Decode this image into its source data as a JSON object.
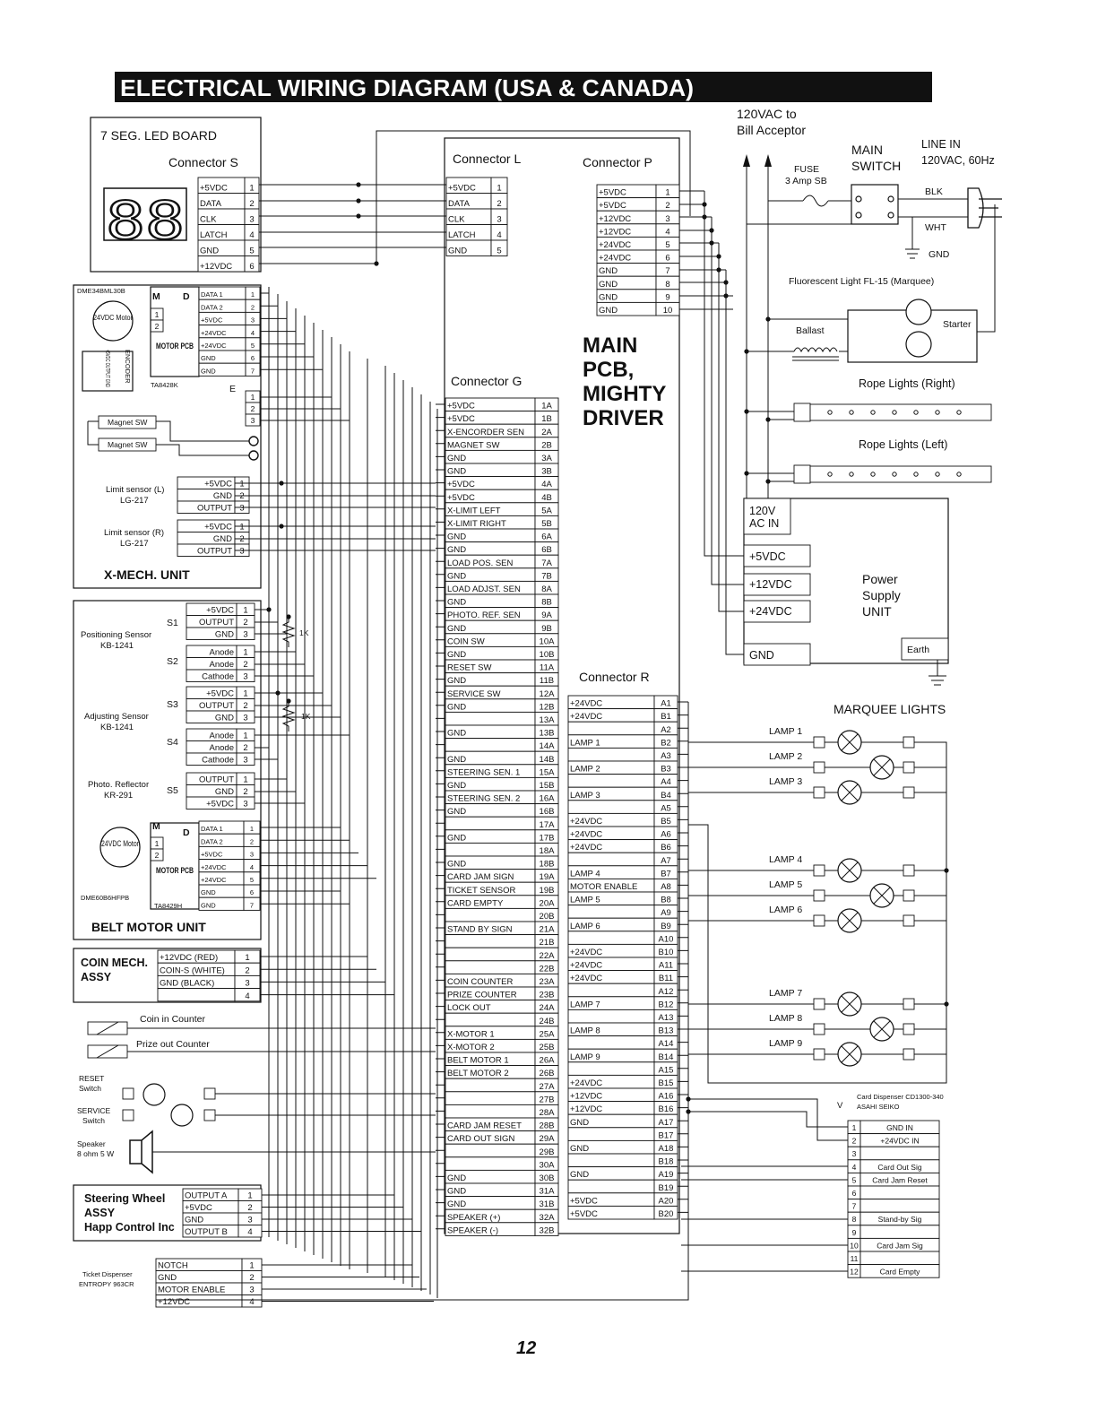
{
  "title": "ELECTRICAL WIRING DIAGRAM  (USA & CANADA)",
  "page_number": "12",
  "led_board": {
    "title": "7 SEG. LED BOARD",
    "display": "88",
    "connector": "Connector S",
    "pins": [
      {
        "label": "+5VDC",
        "num": "1"
      },
      {
        "label": "DATA",
        "num": "2"
      },
      {
        "label": "CLK",
        "num": "3"
      },
      {
        "label": "LATCH",
        "num": "4"
      },
      {
        "label": "GND",
        "num": "5"
      },
      {
        "label": "+12VDC",
        "num": "6"
      }
    ]
  },
  "xmech": {
    "title": "X-MECH. UNIT",
    "motor_model": "DME34BML30B",
    "motor_text": "24VDC Motor",
    "motor_m": "M",
    "motor_d": "D",
    "motor_pcb": "MOTOR PCB",
    "pcb_model": "TA8428K",
    "encoder": "ENCODER",
    "encoder_output": "+5VDC OUTPUT GND",
    "e_label": "E",
    "motor_pins": [
      "1",
      "2"
    ],
    "pins": [
      {
        "label": "DATA 1",
        "num": "1"
      },
      {
        "label": "DATA 2",
        "num": "2"
      },
      {
        "label": "+5VDC",
        "num": "3"
      },
      {
        "label": "+24VDC",
        "num": "4"
      },
      {
        "label": "+24VDC",
        "num": "5"
      },
      {
        "label": "GND",
        "num": "6"
      },
      {
        "label": "GND",
        "num": "7"
      }
    ],
    "e_pins": [
      "1",
      "2",
      "3"
    ],
    "magnet_sw_1": "Magnet SW",
    "magnet_sw_2": "Magnet SW",
    "limit_l": "Limit sensor (L)",
    "limit_l_model": "LG-217",
    "limit_r": "Limit sensor (R)",
    "limit_r_model": "LG-217",
    "limit_pins": [
      {
        "label": "+5VDC",
        "num": "1"
      },
      {
        "label": "GND",
        "num": "2"
      },
      {
        "label": "OUTPUT",
        "num": "3"
      }
    ]
  },
  "belt": {
    "title": "BELT MOTOR UNIT",
    "pos_sensor": "Positioning Sensor",
    "pos_model": "KB-1241",
    "adj_sensor": "Adjusting Sensor",
    "adj_model": "KB-1241",
    "photo": "Photo. Reflector",
    "photo_model": "KR-291",
    "s1": "S1",
    "s2": "S2",
    "s3": "S3",
    "s4": "S4",
    "s5": "S5",
    "s_out": [
      {
        "label": "+5VDC",
        "num": "1"
      },
      {
        "label": "OUTPUT",
        "num": "2"
      },
      {
        "label": "GND",
        "num": "3"
      }
    ],
    "s_led": [
      {
        "label": "Anode",
        "num": "1"
      },
      {
        "label": "Anode",
        "num": "2"
      },
      {
        "label": "Cathode",
        "num": "3"
      }
    ],
    "s5_pins": [
      {
        "label": "OUTPUT",
        "num": "1"
      },
      {
        "label": "GND",
        "num": "2"
      },
      {
        "label": "+5VDC",
        "num": "3"
      }
    ],
    "resistor": "1K",
    "motor_text": "24VDC Motor",
    "motor_model": "DME60B6HFPB",
    "pcb_model": "TA8429H",
    "motor_pins": [
      "1",
      "2"
    ],
    "motor_m": "M",
    "motor_d": "D",
    "motor_pcb": "MOTOR PCB",
    "pins": [
      {
        "label": "DATA 1",
        "num": "1"
      },
      {
        "label": "DATA 2",
        "num": "2"
      },
      {
        "label": "+5VDC",
        "num": "3"
      },
      {
        "label": "+24VDC",
        "num": "4"
      },
      {
        "label": "+24VDC",
        "num": "5"
      },
      {
        "label": "GND",
        "num": "6"
      },
      {
        "label": "GND",
        "num": "7"
      }
    ]
  },
  "coin_mech": {
    "title": "COIN MECH.",
    "title2": "ASSY",
    "pins": [
      {
        "label": "+12VDC (RED)",
        "num": "1"
      },
      {
        "label": "COIN-S (WHITE)",
        "num": "2"
      },
      {
        "label": "GND (BLACK)",
        "num": "3"
      },
      {
        "label": "",
        "num": "4"
      }
    ]
  },
  "counters": {
    "coin": "Coin in Counter",
    "prize": "Prize out Counter"
  },
  "switches": {
    "reset": "RESET",
    "reset2": "Switch",
    "service": "SERVICE",
    "service2": "Switch"
  },
  "speaker": {
    "label": "Speaker",
    "spec": "8 ohm 5 W"
  },
  "steering": {
    "title": "Steering Wheel",
    "title2": "ASSY",
    "maker": "Happ Control Inc",
    "pins": [
      {
        "label": "OUTPUT A",
        "num": "1"
      },
      {
        "label": "+5VDC",
        "num": "2"
      },
      {
        "label": "GND",
        "num": "3"
      },
      {
        "label": "OUTPUT B",
        "num": "4"
      }
    ]
  },
  "ticket": {
    "title": "Ticket Dispenser",
    "model": "ENTROPY 963CR",
    "pins": [
      {
        "label": "NOTCH",
        "num": "1"
      },
      {
        "label": "GND",
        "num": "2"
      },
      {
        "label": "MOTOR ENABLE",
        "num": "3"
      },
      {
        "label": "+12VDC",
        "num": "4"
      }
    ]
  },
  "main_pcb": {
    "title_lines": [
      "MAIN",
      "PCB,",
      "MIGHTY",
      "DRIVER"
    ],
    "conn_l": {
      "title": "Connector L",
      "pins": [
        {
          "label": "+5VDC",
          "num": "1"
        },
        {
          "label": "DATA",
          "num": "2"
        },
        {
          "label": "CLK",
          "num": "3"
        },
        {
          "label": "LATCH",
          "num": "4"
        },
        {
          "label": "GND",
          "num": "5"
        }
      ]
    },
    "conn_p": {
      "title": "Connector P",
      "pins": [
        {
          "label": "+5VDC",
          "num": "1"
        },
        {
          "label": "+5VDC",
          "num": "2"
        },
        {
          "label": "+12VDC",
          "num": "3"
        },
        {
          "label": "+12VDC",
          "num": "4"
        },
        {
          "label": "+24VDC",
          "num": "5"
        },
        {
          "label": "+24VDC",
          "num": "6"
        },
        {
          "label": "GND",
          "num": "7"
        },
        {
          "label": "GND",
          "num": "8"
        },
        {
          "label": "GND",
          "num": "9"
        },
        {
          "label": "GND",
          "num": "10"
        }
      ]
    },
    "conn_g": {
      "title": "Connector G",
      "pins": [
        {
          "label": "+5VDC",
          "num": "1A"
        },
        {
          "label": "+5VDC",
          "num": "1B"
        },
        {
          "label": "X-ENCORDER SEN",
          "num": "2A"
        },
        {
          "label": "MAGNET SW",
          "num": "2B"
        },
        {
          "label": "GND",
          "num": "3A"
        },
        {
          "label": "GND",
          "num": "3B"
        },
        {
          "label": "+5VDC",
          "num": "4A"
        },
        {
          "label": "+5VDC",
          "num": "4B"
        },
        {
          "label": "X-LIMIT LEFT",
          "num": "5A"
        },
        {
          "label": "X-LIMIT RIGHT",
          "num": "5B"
        },
        {
          "label": "GND",
          "num": "6A"
        },
        {
          "label": "GND",
          "num": "6B"
        },
        {
          "label": "LOAD POS. SEN",
          "num": "7A"
        },
        {
          "label": "GND",
          "num": "7B"
        },
        {
          "label": "LOAD ADJST. SEN",
          "num": "8A"
        },
        {
          "label": "GND",
          "num": "8B"
        },
        {
          "label": "PHOTO. REF. SEN",
          "num": "9A"
        },
        {
          "label": "GND",
          "num": "9B"
        },
        {
          "label": "COIN SW",
          "num": "10A"
        },
        {
          "label": "GND",
          "num": "10B"
        },
        {
          "label": "RESET SW",
          "num": "11A"
        },
        {
          "label": "GND",
          "num": "11B"
        },
        {
          "label": "SERVICE SW",
          "num": "12A"
        },
        {
          "label": "GND",
          "num": "12B"
        },
        {
          "label": "",
          "num": "13A"
        },
        {
          "label": "GND",
          "num": "13B"
        },
        {
          "label": "",
          "num": "14A"
        },
        {
          "label": "GND",
          "num": "14B"
        },
        {
          "label": "STEERING SEN. 1",
          "num": "15A"
        },
        {
          "label": "GND",
          "num": "15B"
        },
        {
          "label": "STEERING SEN. 2",
          "num": "16A"
        },
        {
          "label": "GND",
          "num": "16B"
        },
        {
          "label": "",
          "num": "17A"
        },
        {
          "label": "GND",
          "num": "17B"
        },
        {
          "label": "",
          "num": "18A"
        },
        {
          "label": "GND",
          "num": "18B"
        },
        {
          "label": "CARD JAM SIGN",
          "num": "19A"
        },
        {
          "label": "TICKET SENSOR",
          "num": "19B"
        },
        {
          "label": "CARD EMPTY",
          "num": "20A"
        },
        {
          "label": "",
          "num": "20B"
        },
        {
          "label": "STAND BY SIGN",
          "num": "21A"
        },
        {
          "label": "",
          "num": "21B"
        },
        {
          "label": "",
          "num": "22A"
        },
        {
          "label": "",
          "num": "22B"
        },
        {
          "label": "COIN COUNTER",
          "num": "23A"
        },
        {
          "label": "PRIZE COUNTER",
          "num": "23B"
        },
        {
          "label": "LOCK OUT",
          "num": "24A"
        },
        {
          "label": "",
          "num": "24B"
        },
        {
          "label": "X-MOTOR 1",
          "num": "25A"
        },
        {
          "label": "X-MOTOR 2",
          "num": "25B"
        },
        {
          "label": "BELT MOTOR 1",
          "num": "26A"
        },
        {
          "label": "BELT MOTOR 2",
          "num": "26B"
        },
        {
          "label": "",
          "num": "27A"
        },
        {
          "label": "",
          "num": "27B"
        },
        {
          "label": "",
          "num": "28A"
        },
        {
          "label": "CARD JAM RESET",
          "num": "28B"
        },
        {
          "label": "CARD OUT SIGN",
          "num": "29A"
        },
        {
          "label": "",
          "num": "29B"
        },
        {
          "label": "",
          "num": "30A"
        },
        {
          "label": "GND",
          "num": "30B"
        },
        {
          "label": "GND",
          "num": "31A"
        },
        {
          "label": "GND",
          "num": "31B"
        },
        {
          "label": "SPEAKER (+)",
          "num": "32A"
        },
        {
          "label": "SPEAKER (-)",
          "num": "32B"
        }
      ]
    },
    "conn_r": {
      "title": "Connector R",
      "pins": [
        {
          "label": "+24VDC",
          "num": "A1"
        },
        {
          "label": "+24VDC",
          "num": "B1"
        },
        {
          "label": "",
          "num": "A2"
        },
        {
          "label": "LAMP 1",
          "num": "B2"
        },
        {
          "label": "",
          "num": "A3"
        },
        {
          "label": "LAMP 2",
          "num": "B3"
        },
        {
          "label": "",
          "num": "A4"
        },
        {
          "label": "LAMP 3",
          "num": "B4"
        },
        {
          "label": "",
          "num": "A5"
        },
        {
          "label": "+24VDC",
          "num": "B5"
        },
        {
          "label": "+24VDC",
          "num": "A6"
        },
        {
          "label": "+24VDC",
          "num": "B6"
        },
        {
          "label": "",
          "num": "A7"
        },
        {
          "label": "LAMP 4",
          "num": "B7"
        },
        {
          "label": "MOTOR ENABLE",
          "num": "A8"
        },
        {
          "label": "LAMP 5",
          "num": "B8"
        },
        {
          "label": "",
          "num": "A9"
        },
        {
          "label": "LAMP 6",
          "num": "B9"
        },
        {
          "label": "",
          "num": "A10"
        },
        {
          "label": "+24VDC",
          "num": "B10"
        },
        {
          "label": "+24VDC",
          "num": "A11"
        },
        {
          "label": "+24VDC",
          "num": "B11"
        },
        {
          "label": "",
          "num": "A12"
        },
        {
          "label": "LAMP 7",
          "num": "B12"
        },
        {
          "label": "",
          "num": "A13"
        },
        {
          "label": "LAMP 8",
          "num": "B13"
        },
        {
          "label": "",
          "num": "A14"
        },
        {
          "label": "LAMP 9",
          "num": "B14"
        },
        {
          "label": "",
          "num": "A15"
        },
        {
          "label": "+24VDC",
          "num": "B15"
        },
        {
          "label": "+12VDC",
          "num": "A16"
        },
        {
          "label": "+12VDC",
          "num": "B16"
        },
        {
          "label": "GND",
          "num": "A17"
        },
        {
          "label": "",
          "num": "B17"
        },
        {
          "label": "GND",
          "num": "A18"
        },
        {
          "label": "",
          "num": "B18"
        },
        {
          "label": "GND",
          "num": "A19"
        },
        {
          "label": "",
          "num": "B19"
        },
        {
          "label": "+5VDC",
          "num": "A20"
        },
        {
          "label": "+5VDC",
          "num": "B20"
        }
      ]
    }
  },
  "power": {
    "bill_line1": "120VAC to",
    "bill_line2": "Bill Acceptor",
    "fuse": "FUSE",
    "fuse_spec": "3 Amp SB",
    "main_switch1": "MAIN",
    "main_switch2": "SWITCH",
    "line_in1": "LINE IN",
    "line_in2": "120VAC, 60Hz",
    "blk": "BLK",
    "wht": "WHT",
    "gnd": "GND",
    "fluorescent": "Fluorescent Light FL-15 (Marquee)",
    "ballast": "Ballast",
    "starter": "Starter",
    "rope_right": "Rope Lights (Right)",
    "rope_left": "Rope Lights (Left)",
    "psu_ac1": "120V",
    "psu_ac2": "AC IN",
    "psu_5v": "+5VDC",
    "psu_12v": "+12VDC",
    "psu_24v": "+24VDC",
    "psu_gnd": "GND",
    "psu_title": [
      "Power",
      "Supply",
      "UNIT"
    ],
    "earth": "Earth"
  },
  "marquee": {
    "title": "MARQUEE LIGHTS",
    "lamps": [
      "LAMP 1",
      "LAMP 2",
      "LAMP 3",
      "LAMP 4",
      "LAMP 5",
      "LAMP 6",
      "LAMP 7",
      "LAMP 8",
      "LAMP 9"
    ]
  },
  "card_dispenser": {
    "title": "Card Dispenser CD1300-340",
    "maker": "ASAHI SEIKO",
    "v_label": "V",
    "pins": [
      {
        "num": "1",
        "label": "GND IN"
      },
      {
        "num": "2",
        "label": "+24VDC IN"
      },
      {
        "num": "3",
        "label": ""
      },
      {
        "num": "4",
        "label": "Card Out Sig"
      },
      {
        "num": "5",
        "label": "Card Jam Reset"
      },
      {
        "num": "6",
        "label": ""
      },
      {
        "num": "7",
        "label": ""
      },
      {
        "num": "8",
        "label": "Stand-by Sig"
      },
      {
        "num": "9",
        "label": ""
      },
      {
        "num": "10",
        "label": "Card Jam Sig"
      },
      {
        "num": "11",
        "label": ""
      },
      {
        "num": "12",
        "label": "Card Empty"
      }
    ]
  }
}
